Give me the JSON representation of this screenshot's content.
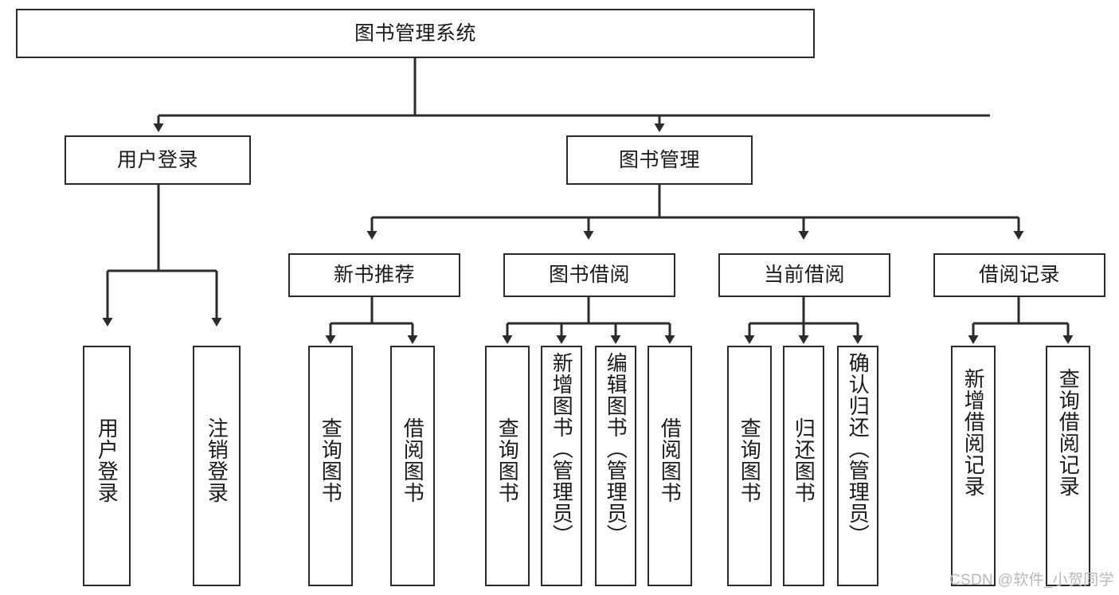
{
  "diagram": {
    "title": "图书管理系统",
    "type": "tree-hierarchy",
    "watermark": "CSDN @软件_小贺同学",
    "line_color": "#2b2b2b",
    "box_fill": "#ffffff",
    "text_color": "#1a1a1a",
    "nodes": {
      "root": {
        "label": "图书管理系统",
        "level": 0,
        "orientation": "horizontal"
      },
      "l1": [
        {
          "label": "用户登录",
          "level": 1,
          "orientation": "horizontal"
        },
        {
          "label": "图书管理",
          "level": 1,
          "orientation": "horizontal"
        }
      ],
      "l2": [
        {
          "label": "新书推荐",
          "level": 2,
          "orientation": "horizontal",
          "parent": "图书管理"
        },
        {
          "label": "图书借阅",
          "level": 2,
          "orientation": "horizontal",
          "parent": "图书管理"
        },
        {
          "label": "当前借阅",
          "level": 2,
          "orientation": "horizontal",
          "parent": "图书管理"
        },
        {
          "label": "借阅记录",
          "level": 2,
          "orientation": "horizontal",
          "parent": "图书管理"
        }
      ],
      "leaves": [
        {
          "label": "用户登录",
          "parent": "用户登录",
          "orientation": "vertical"
        },
        {
          "label": "注销登录",
          "parent": "用户登录",
          "orientation": "vertical"
        },
        {
          "label": "查询图书",
          "parent": "新书推荐",
          "orientation": "vertical"
        },
        {
          "label": "借阅图书",
          "parent": "新书推荐",
          "orientation": "vertical"
        },
        {
          "label": "查询图书",
          "parent": "图书借阅",
          "orientation": "vertical"
        },
        {
          "label": "新增图书（管理员）",
          "parent": "图书借阅",
          "orientation": "vertical"
        },
        {
          "label": "编辑图书（管理员）",
          "parent": "图书借阅",
          "orientation": "vertical"
        },
        {
          "label": "借阅图书",
          "parent": "图书借阅",
          "orientation": "vertical"
        },
        {
          "label": "查询图书",
          "parent": "当前借阅",
          "orientation": "vertical"
        },
        {
          "label": "归还图书",
          "parent": "当前借阅",
          "orientation": "vertical"
        },
        {
          "label": "确认归还（管理员）",
          "parent": "当前借阅",
          "orientation": "vertical"
        },
        {
          "label": "新增借阅记录",
          "parent": "借阅记录",
          "orientation": "vertical"
        },
        {
          "label": "查询借阅记录",
          "parent": "借阅记录",
          "orientation": "vertical"
        }
      ]
    }
  }
}
